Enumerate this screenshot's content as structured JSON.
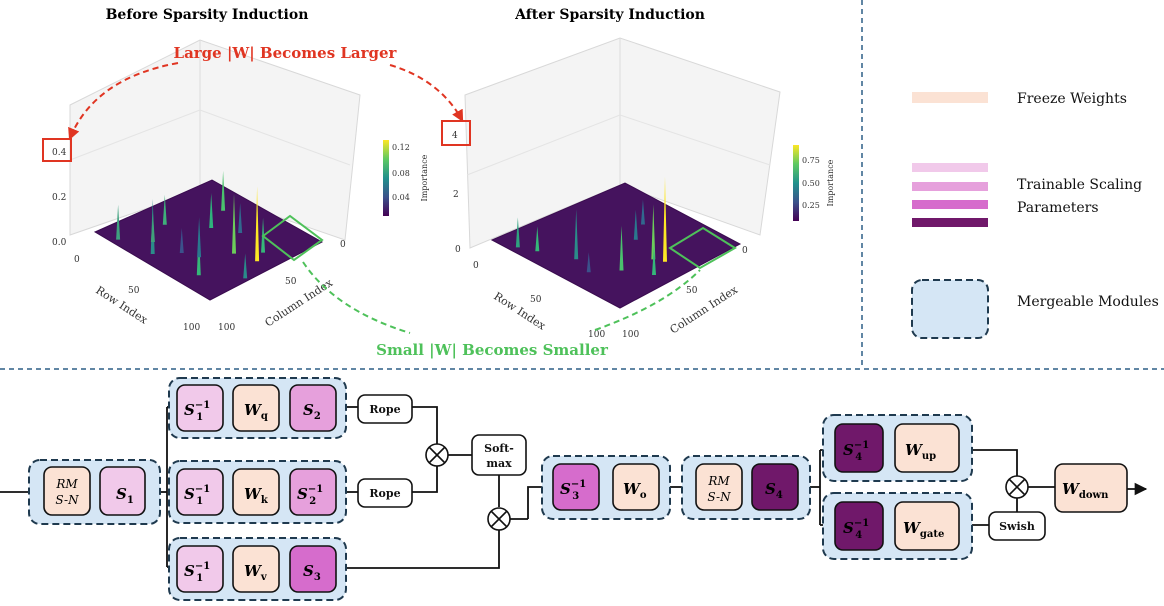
{
  "plots": {
    "before_title": "Before Sparsity Induction",
    "after_title": "After Sparsity Induction",
    "before_zticks": [
      "0.4",
      "0.2",
      "0.0"
    ],
    "after_zticks": [
      "4",
      "2",
      "0"
    ],
    "row_ticks": [
      "0",
      "50",
      "100"
    ],
    "col_ticks": [
      "0",
      "50",
      "100"
    ],
    "row_label": "Row Index",
    "col_label": "Column Index",
    "colorbar_label": "Importance",
    "before_cbar_ticks": [
      "0.12",
      "0.08",
      "0.04"
    ],
    "after_cbar_ticks": [
      "0.75",
      "0.50",
      "0.25"
    ],
    "large_note": "Large |W| Becomes Larger",
    "small_note": "Small |W| Becomes Smaller"
  },
  "legend": {
    "freeze": "Freeze Weights",
    "trainable_line1": "Trainable Scaling",
    "trainable_line2": "Parameters",
    "mergeable": "Mergeable Modules"
  },
  "colors": {
    "freeze": "#fbe2d4",
    "scale_light": "#f1c9ea",
    "scale_mid": "#e6a0dc",
    "scale_strong": "#d66ccc",
    "scale_dark": "#70186a",
    "mergeable": "#d5e6f5",
    "red": "#e03522",
    "green": "#4ec15a"
  },
  "flow": {
    "rms_norm_line1": "RM",
    "rms_norm_line2": "S-N",
    "s1": "S",
    "s1_sub": "1",
    "s1_inv": "S",
    "s1_inv_sub": "1",
    "s1_inv_sup": "−1",
    "wq": "W",
    "wq_sub": "q",
    "wk": "W",
    "wk_sub": "k",
    "wv": "W",
    "wv_sub": "v",
    "s2": "S",
    "s2_sub": "2",
    "s2_inv": "S",
    "s2_inv_sub": "2",
    "s2_inv_sup": "−1",
    "s3": "S",
    "s3_sub": "3",
    "s3_inv": "S",
    "s3_inv_sub": "3",
    "s3_inv_sup": "−1",
    "wo": "W",
    "wo_sub": "o",
    "s4": "S",
    "s4_sub": "4",
    "s4_inv": "S",
    "s4_inv_sub": "4",
    "s4_inv_sup": "−1",
    "wup": "W",
    "wup_sub": "up",
    "wgate": "W",
    "wgate_sub": "gate",
    "wdown": "W",
    "wdown_sub": "down",
    "rope": "Rope",
    "softmax_line1": "Soft-",
    "softmax_line2": "max",
    "swish": "Swish"
  }
}
